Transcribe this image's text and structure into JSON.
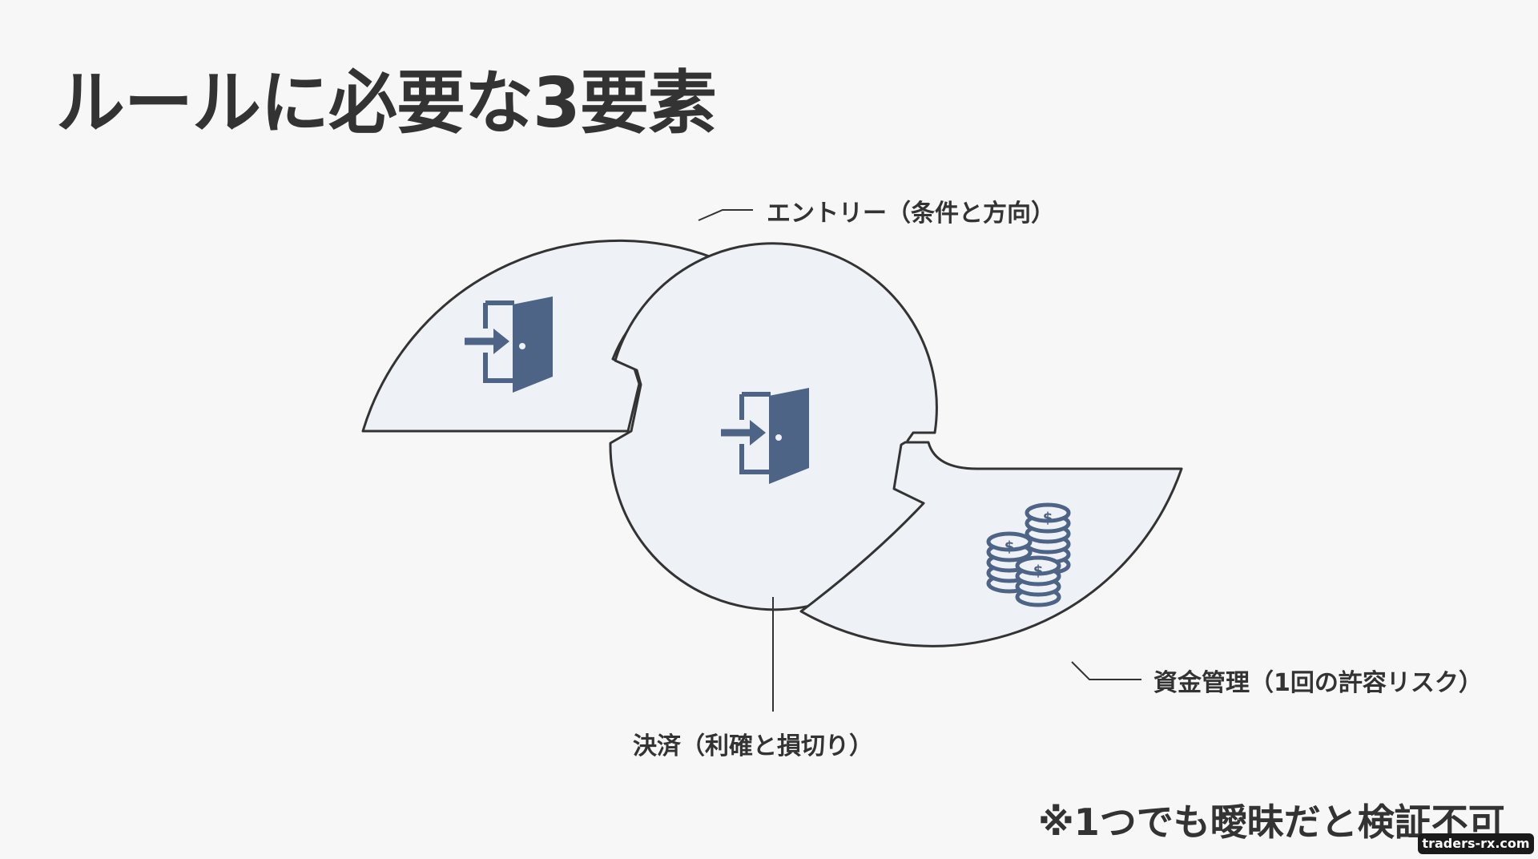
{
  "slide": {
    "title": "ルールに必要な3要素",
    "note": "※1つでも曖昧だと検証不可",
    "watermark": "traders-rx.com"
  },
  "diagram": {
    "elements": [
      {
        "id": "entry",
        "label": "エントリー（条件と方向）",
        "icon": "door-enter-icon"
      },
      {
        "id": "exit",
        "label": "決済（利確と損切り）",
        "icon": "door-enter-icon"
      },
      {
        "id": "money",
        "label": "資金管理（1回の許容リスク）",
        "icon": "coin-stack-icon"
      }
    ]
  },
  "colors": {
    "background": "#f7f7f7",
    "shape_fill": "#eef1f5",
    "shape_stroke": "#333333",
    "icon": "#4d6486",
    "text": "#333333"
  }
}
